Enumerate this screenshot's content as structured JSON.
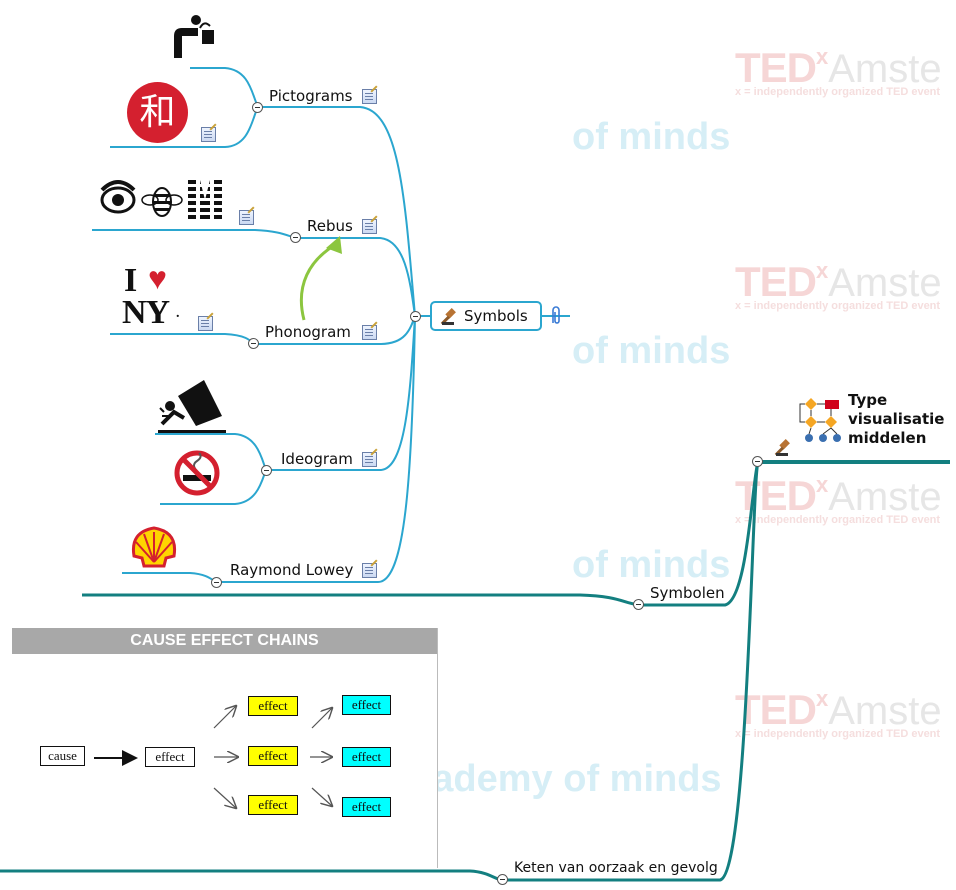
{
  "watermarks": {
    "ted_main": "TED",
    "ted_x": "x",
    "ted_city": "Amste",
    "ted_sub": "x = independently organized TED event",
    "minds": "of minds",
    "academy": "academy of minds"
  },
  "nodes": {
    "central": "Symbols",
    "branches": [
      "Pictograms",
      "Rebus",
      "Phonogram",
      "Ideogram",
      "Raymond Lowey"
    ],
    "symbolen": "Symbolen",
    "keten": "Keten van oorzaak en gevolg",
    "type_line1": "Type",
    "type_line2": "visualisatie",
    "type_line3": "middelen"
  },
  "images": {
    "kanji": "和",
    "ny_i": "I",
    "ny_heart": "♥",
    "ny_ny": "NY",
    "ny_dot": "."
  },
  "cause_effect": {
    "title": "CAUSE EFFECT CHAINS",
    "cause": "cause",
    "effect": "effect"
  },
  "colors": {
    "branch_blue": "#2ba6cf",
    "branch_teal": "#137f80",
    "arrow_green": "#8cc63f",
    "kanji_red": "#d4202f"
  }
}
